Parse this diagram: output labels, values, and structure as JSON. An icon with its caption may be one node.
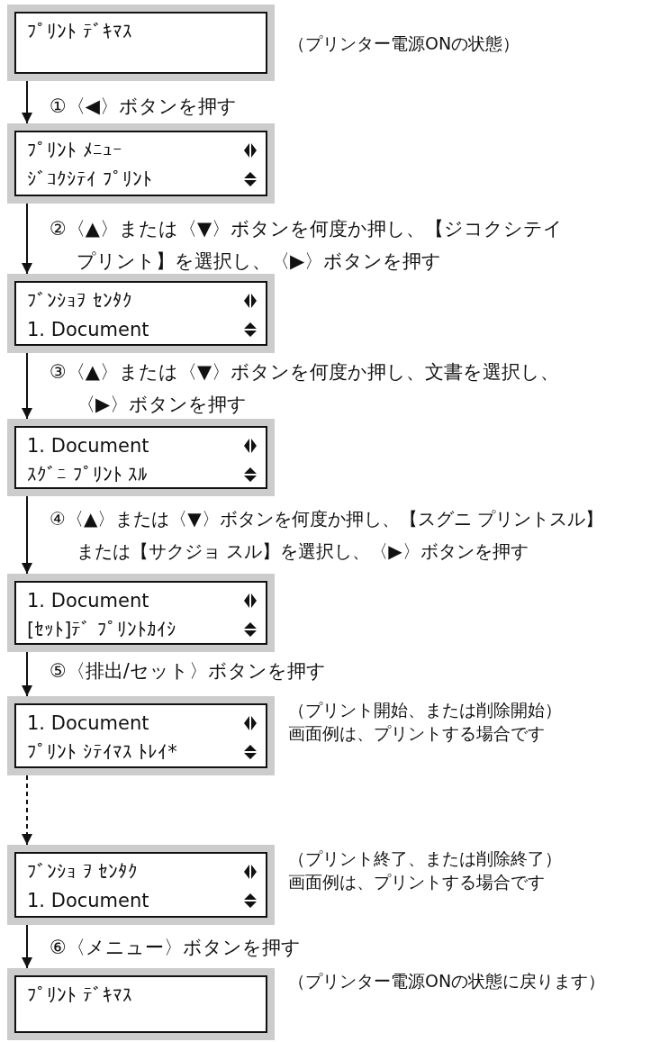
{
  "diagram": {
    "nodes": [
      {
        "text": [
          "ﾌﾟﾘﾝﾄ ﾃﾞｷﾏｽ"
        ],
        "beside": [
          "（プリンター電源ONの状態）"
        ]
      },
      {
        "text": [
          "ﾌﾟﾘﾝﾄ ﾒﾆｭｰ",
          "ｼﾞｺｸｼﾃｲ ﾌﾟﾘﾝﾄ"
        ]
      },
      {
        "text": [
          "ﾌﾞﾝｼｮｦ ｾﾝﾀｸ",
          "1. Document"
        ]
      },
      {
        "text": [
          "1. Document",
          "ｽｸﾞﾆ ﾌﾟﾘﾝﾄ ｽﾙ"
        ]
      },
      {
        "text": [
          "1. Document",
          "[ｾｯﾄ]ﾃﾞ ﾌﾟﾘﾝﾄｶｲｼ"
        ]
      },
      {
        "text": [
          "1. Document",
          "ﾌﾟﾘﾝﾄ ｼﾃｲﾏｽ ﾄﾚｲ*"
        ],
        "beside": [
          "（プリント開始、または削除開始）",
          "画面例は、プリントする場合です"
        ]
      },
      {
        "text": [
          "ﾌﾞﾝｼｮ ｦ ｾﾝﾀｸ",
          "1. Document"
        ],
        "beside": [
          "（プリント終了、または削除終了）",
          "画面例は、プリントする場合です"
        ]
      },
      {
        "text": [
          "ﾌﾟﾘﾝﾄ ﾃﾞｷﾏｽ"
        ],
        "beside": [
          "（プリンター電源ONの状態に戻ります）"
        ]
      }
    ],
    "edges": [
      {
        "from": 0,
        "to": 1,
        "arrow": "to",
        "label": "①〈◀〉ボタンを押す"
      },
      {
        "from": 1,
        "to": 2,
        "arrow": "to",
        "label": "②〈▲〉または〈▼〉ボタンを何度か押し、【ジコクシテイプリント】を選択し、〈▶〉ボタンを押す"
      },
      {
        "from": 2,
        "to": 3,
        "arrow": "to",
        "label": "③〈▲〉または〈▼〉ボタンを何度か押し、文書を選択し、〈▶〉ボタンを押す"
      },
      {
        "from": 3,
        "to": 4,
        "arrow": "to",
        "label": "④〈▲〉または〈▼〉ボタンを何度か押し、【スグニ プリントスル】または【サクジョ スル】を選択し、〈▶〉ボタンを押す"
      },
      {
        "from": 4,
        "to": 5,
        "arrow": "to",
        "label": "⑤〈排出/セット〉ボタンを押す"
      },
      {
        "from": 5,
        "to": 6,
        "arrow": "to",
        "style": "dashed"
      },
      {
        "from": 6,
        "to": 7,
        "arrow": "to",
        "label": "⑥〈メニュー〉ボタンを押す"
      }
    ]
  }
}
